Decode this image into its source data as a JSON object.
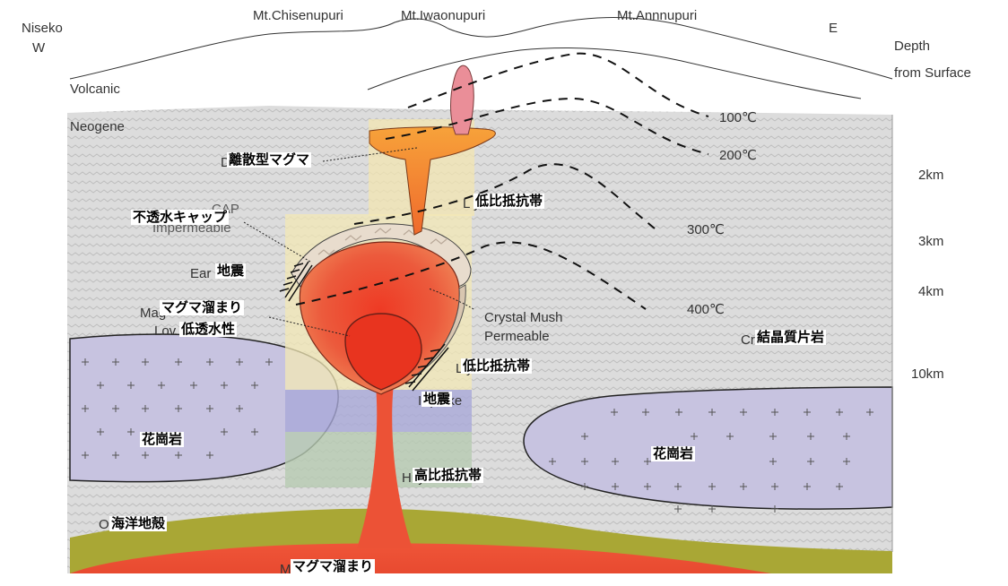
{
  "header": {
    "place_w": "Niseko",
    "dir_w": "W",
    "dir_e": "E",
    "mountains": [
      "Mt.Chisenupuri",
      "Mt.Iwaonupuri",
      "Mt.Annnupuri"
    ],
    "depth_title_1": "Depth",
    "depth_title_2": "from Surface"
  },
  "layers": {
    "volcanic": "Volcanic",
    "neogene": "Neogene"
  },
  "isotherms": [
    "100℃",
    "200℃",
    "300℃",
    "400℃"
  ],
  "depths": [
    "2km",
    "3km",
    "4km",
    "10km"
  ],
  "english_labels": {
    "discrete_magma": "D          a",
    "low_resistivity_top": "L          y",
    "cap_1": "CAP",
    "cap_2": "Impermeable",
    "earthquake_w": "Ear        ake",
    "magma_res_1": "Mag",
    "magma_res_2": "Lov          ole",
    "crystal_mush_1": "Crystal Mush",
    "crystal_mush_2": "Permeable",
    "crystalline_schist": "Cr              ist",
    "low_resistivity_mid": "L          y",
    "earthquake_e": "I       quake",
    "high_resistivity": "Hi          y",
    "oceanic_crust": "O          st",
    "magma_reservoir": "M              oir"
  },
  "japanese_labels": {
    "discrete_magma": "離散型マグマ",
    "low_resistivity_top": "低比抵抗帯",
    "impermeable_cap": "不透水キャップ",
    "earthquake_w": "地震",
    "magma_reservoir_1": "マグマ溜まり",
    "low_permeability": "低透水性",
    "crystalline_schist": "結晶質片岩",
    "low_resistivity_mid": "低比抵抗帯",
    "earthquake_e": "地震",
    "granite_w": "花崗岩",
    "granite_e": "花崗岩",
    "high_resistivity": "高比抵抗帯",
    "oceanic_crust": "海洋地殻",
    "magma_reservoir_2": "マグマ溜まり"
  },
  "colors": {
    "neogene_bg": "#d9d9d9",
    "granite": "#c6c2df",
    "oceanic_crust": "#a8a634",
    "magma_deep": "#e85a3c",
    "magma_core": "#e8402a",
    "magma_orange": "#f39a3a",
    "magma_pink": "#e9909a",
    "highlight_yellow": "#f3e6b0",
    "highlight_blue": "#a9a9d6",
    "highlight_green": "#b7cbb0"
  }
}
